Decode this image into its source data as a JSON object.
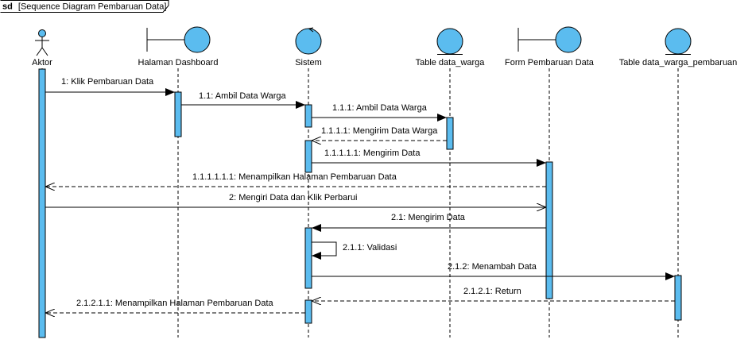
{
  "frame": {
    "keyword": "sd",
    "title": "[Sequence Diagram Pembaruan Data]"
  },
  "colors": {
    "fill": "#5bbcef",
    "stroke": "#000000",
    "line": "#000000"
  },
  "lifelines": [
    {
      "id": "aktor",
      "kind": "actor",
      "label": "Aktor"
    },
    {
      "id": "dashboard",
      "kind": "boundary",
      "label": "Halaman Dashboard"
    },
    {
      "id": "sistem",
      "kind": "control",
      "label": "Sistem"
    },
    {
      "id": "tbl_warga",
      "kind": "entity",
      "label": "Table data_warga"
    },
    {
      "id": "form",
      "kind": "boundary",
      "label": "Form Pembaruan Data"
    },
    {
      "id": "tbl_pembaruan",
      "kind": "entity",
      "label": "Table data_warga_pembaruan"
    }
  ],
  "messages": [
    {
      "label": "1: Klik Pembaruan Data",
      "from": "aktor",
      "to": "dashboard",
      "type": "sync"
    },
    {
      "label": "1.1: Ambil Data Warga",
      "from": "dashboard",
      "to": "sistem",
      "type": "sync"
    },
    {
      "label": "1.1.1: Ambil Data Warga",
      "from": "sistem",
      "to": "tbl_warga",
      "type": "sync"
    },
    {
      "label": "1.1.1.1: Mengirim Data Warga",
      "from": "tbl_warga",
      "to": "sistem",
      "type": "return"
    },
    {
      "label": "1.1.1.1.1: Mengirim Data",
      "from": "sistem",
      "to": "form",
      "type": "sync"
    },
    {
      "label": "1.1.1.1.1.1: Menampilkan Halaman Pembaruan Data",
      "from": "form",
      "to": "aktor",
      "type": "return"
    },
    {
      "label": "2: Mengiri Data dan Klik Perbarui",
      "from": "aktor",
      "to": "form",
      "type": "async"
    },
    {
      "label": "2.1: Mengirim Data",
      "from": "form",
      "to": "sistem",
      "type": "sync"
    },
    {
      "label": "2.1.1: Validasi",
      "from": "sistem",
      "to": "sistem",
      "type": "self"
    },
    {
      "label": "2.1.2: Menambah Data",
      "from": "sistem",
      "to": "tbl_pembaruan",
      "type": "sync"
    },
    {
      "label": "2.1.2.1: Return",
      "from": "tbl_pembaruan",
      "to": "sistem",
      "type": "return"
    },
    {
      "label": "2.1.2.1.1: Menampilkan Halaman Pembaruan Data",
      "from": "sistem",
      "to": "aktor",
      "type": "return"
    }
  ]
}
